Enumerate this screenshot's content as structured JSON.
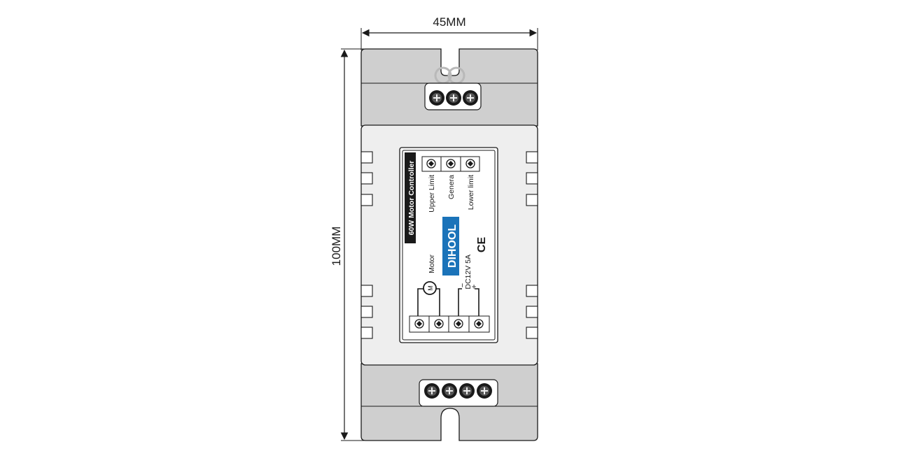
{
  "dimensions": {
    "width_label": "45MM",
    "height_label": "100MM"
  },
  "label": {
    "side_title": "60W Motor Controller",
    "upper_limit": "Upper Limit",
    "general": "Genera",
    "lower_limit": "Lower limit",
    "brand": "DIHOOL",
    "motor": "Motor",
    "motor_symbol": "M",
    "supply": "DC12V 5A",
    "ce_mark": "CE",
    "minus": "−",
    "plus": "+"
  },
  "colors": {
    "housing_gray": "#cfcfcf",
    "body_light": "#eeeeee",
    "brand_blue": "#1b73b9",
    "title_band": "#1a1a1a",
    "line": "#1a1a1a"
  }
}
